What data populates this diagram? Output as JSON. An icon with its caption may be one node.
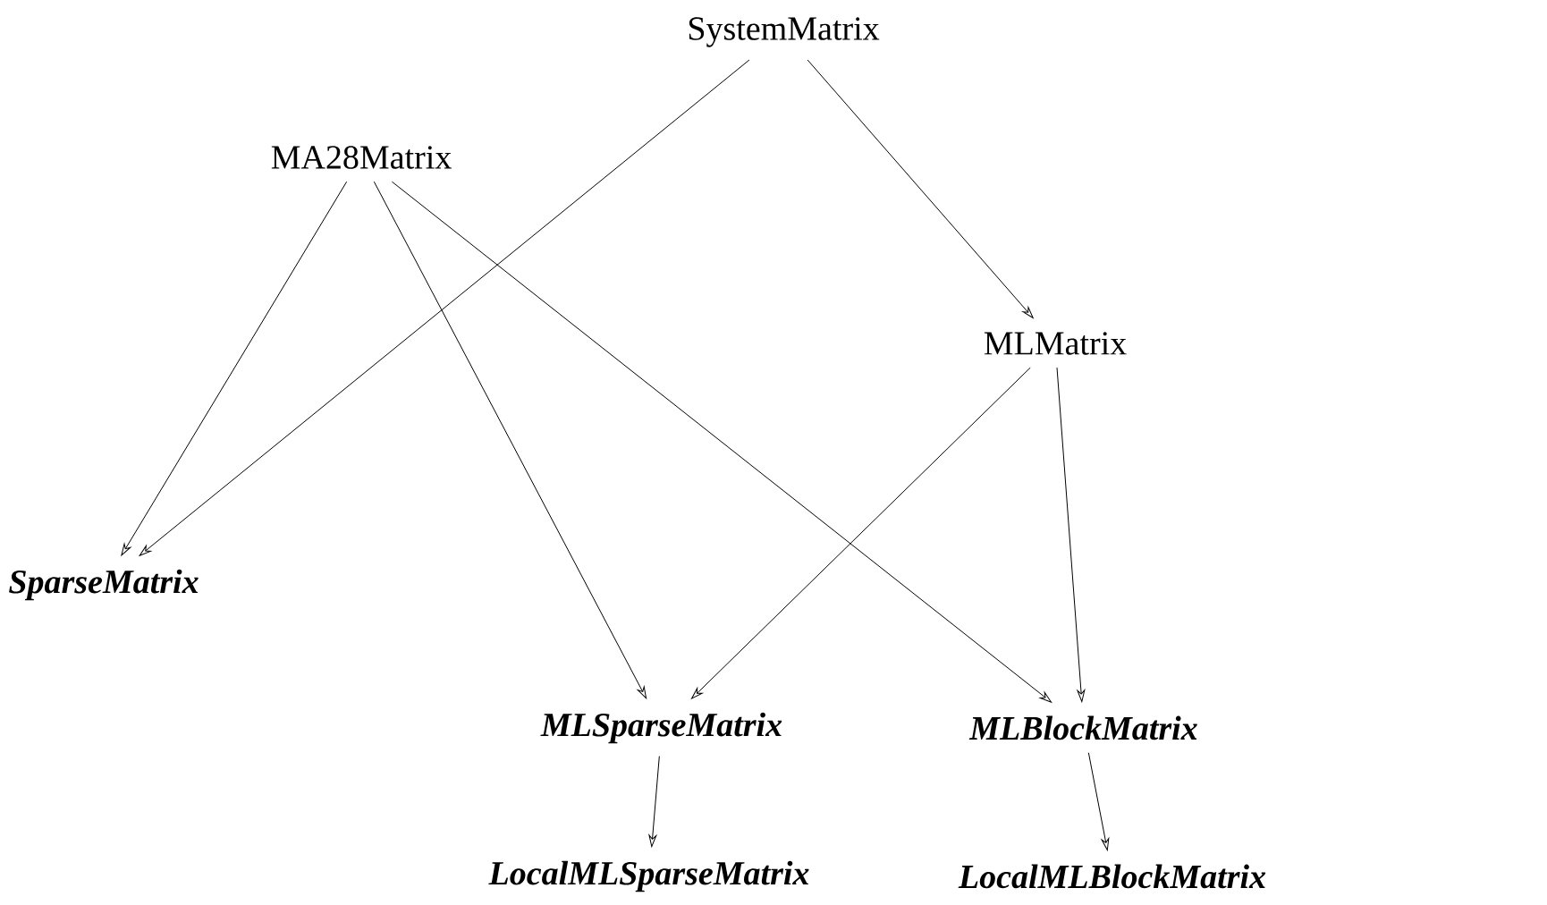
{
  "diagram": {
    "nodes": [
      {
        "text": [
          "SystemMatrix"
        ]
      },
      {
        "text": [
          "MA28Matrix"
        ]
      },
      {
        "text": [
          "MLMatrix"
        ]
      },
      {
        "text": [
          "SparseMatrix"
        ]
      },
      {
        "text": [
          "MLSparseMatrix"
        ]
      },
      {
        "text": [
          "MLBlockMatrix"
        ]
      },
      {
        "text": [
          "LocalMLSparseMatrix"
        ]
      },
      {
        "text": [
          "LocalMLBlockMatrix"
        ]
      }
    ],
    "edges": [
      {
        "from": 0,
        "to": 3,
        "arrow": "to"
      },
      {
        "from": 0,
        "to": 2,
        "arrow": "to"
      },
      {
        "from": 1,
        "to": 3,
        "arrow": "to"
      },
      {
        "from": 1,
        "to": 4,
        "arrow": "to"
      },
      {
        "from": 1,
        "to": 5,
        "arrow": "to"
      },
      {
        "from": 2,
        "to": 4,
        "arrow": "to"
      },
      {
        "from": 2,
        "to": 5,
        "arrow": "to"
      },
      {
        "from": 4,
        "to": 6,
        "arrow": "to"
      },
      {
        "from": 5,
        "to": 7,
        "arrow": "to"
      }
    ]
  }
}
